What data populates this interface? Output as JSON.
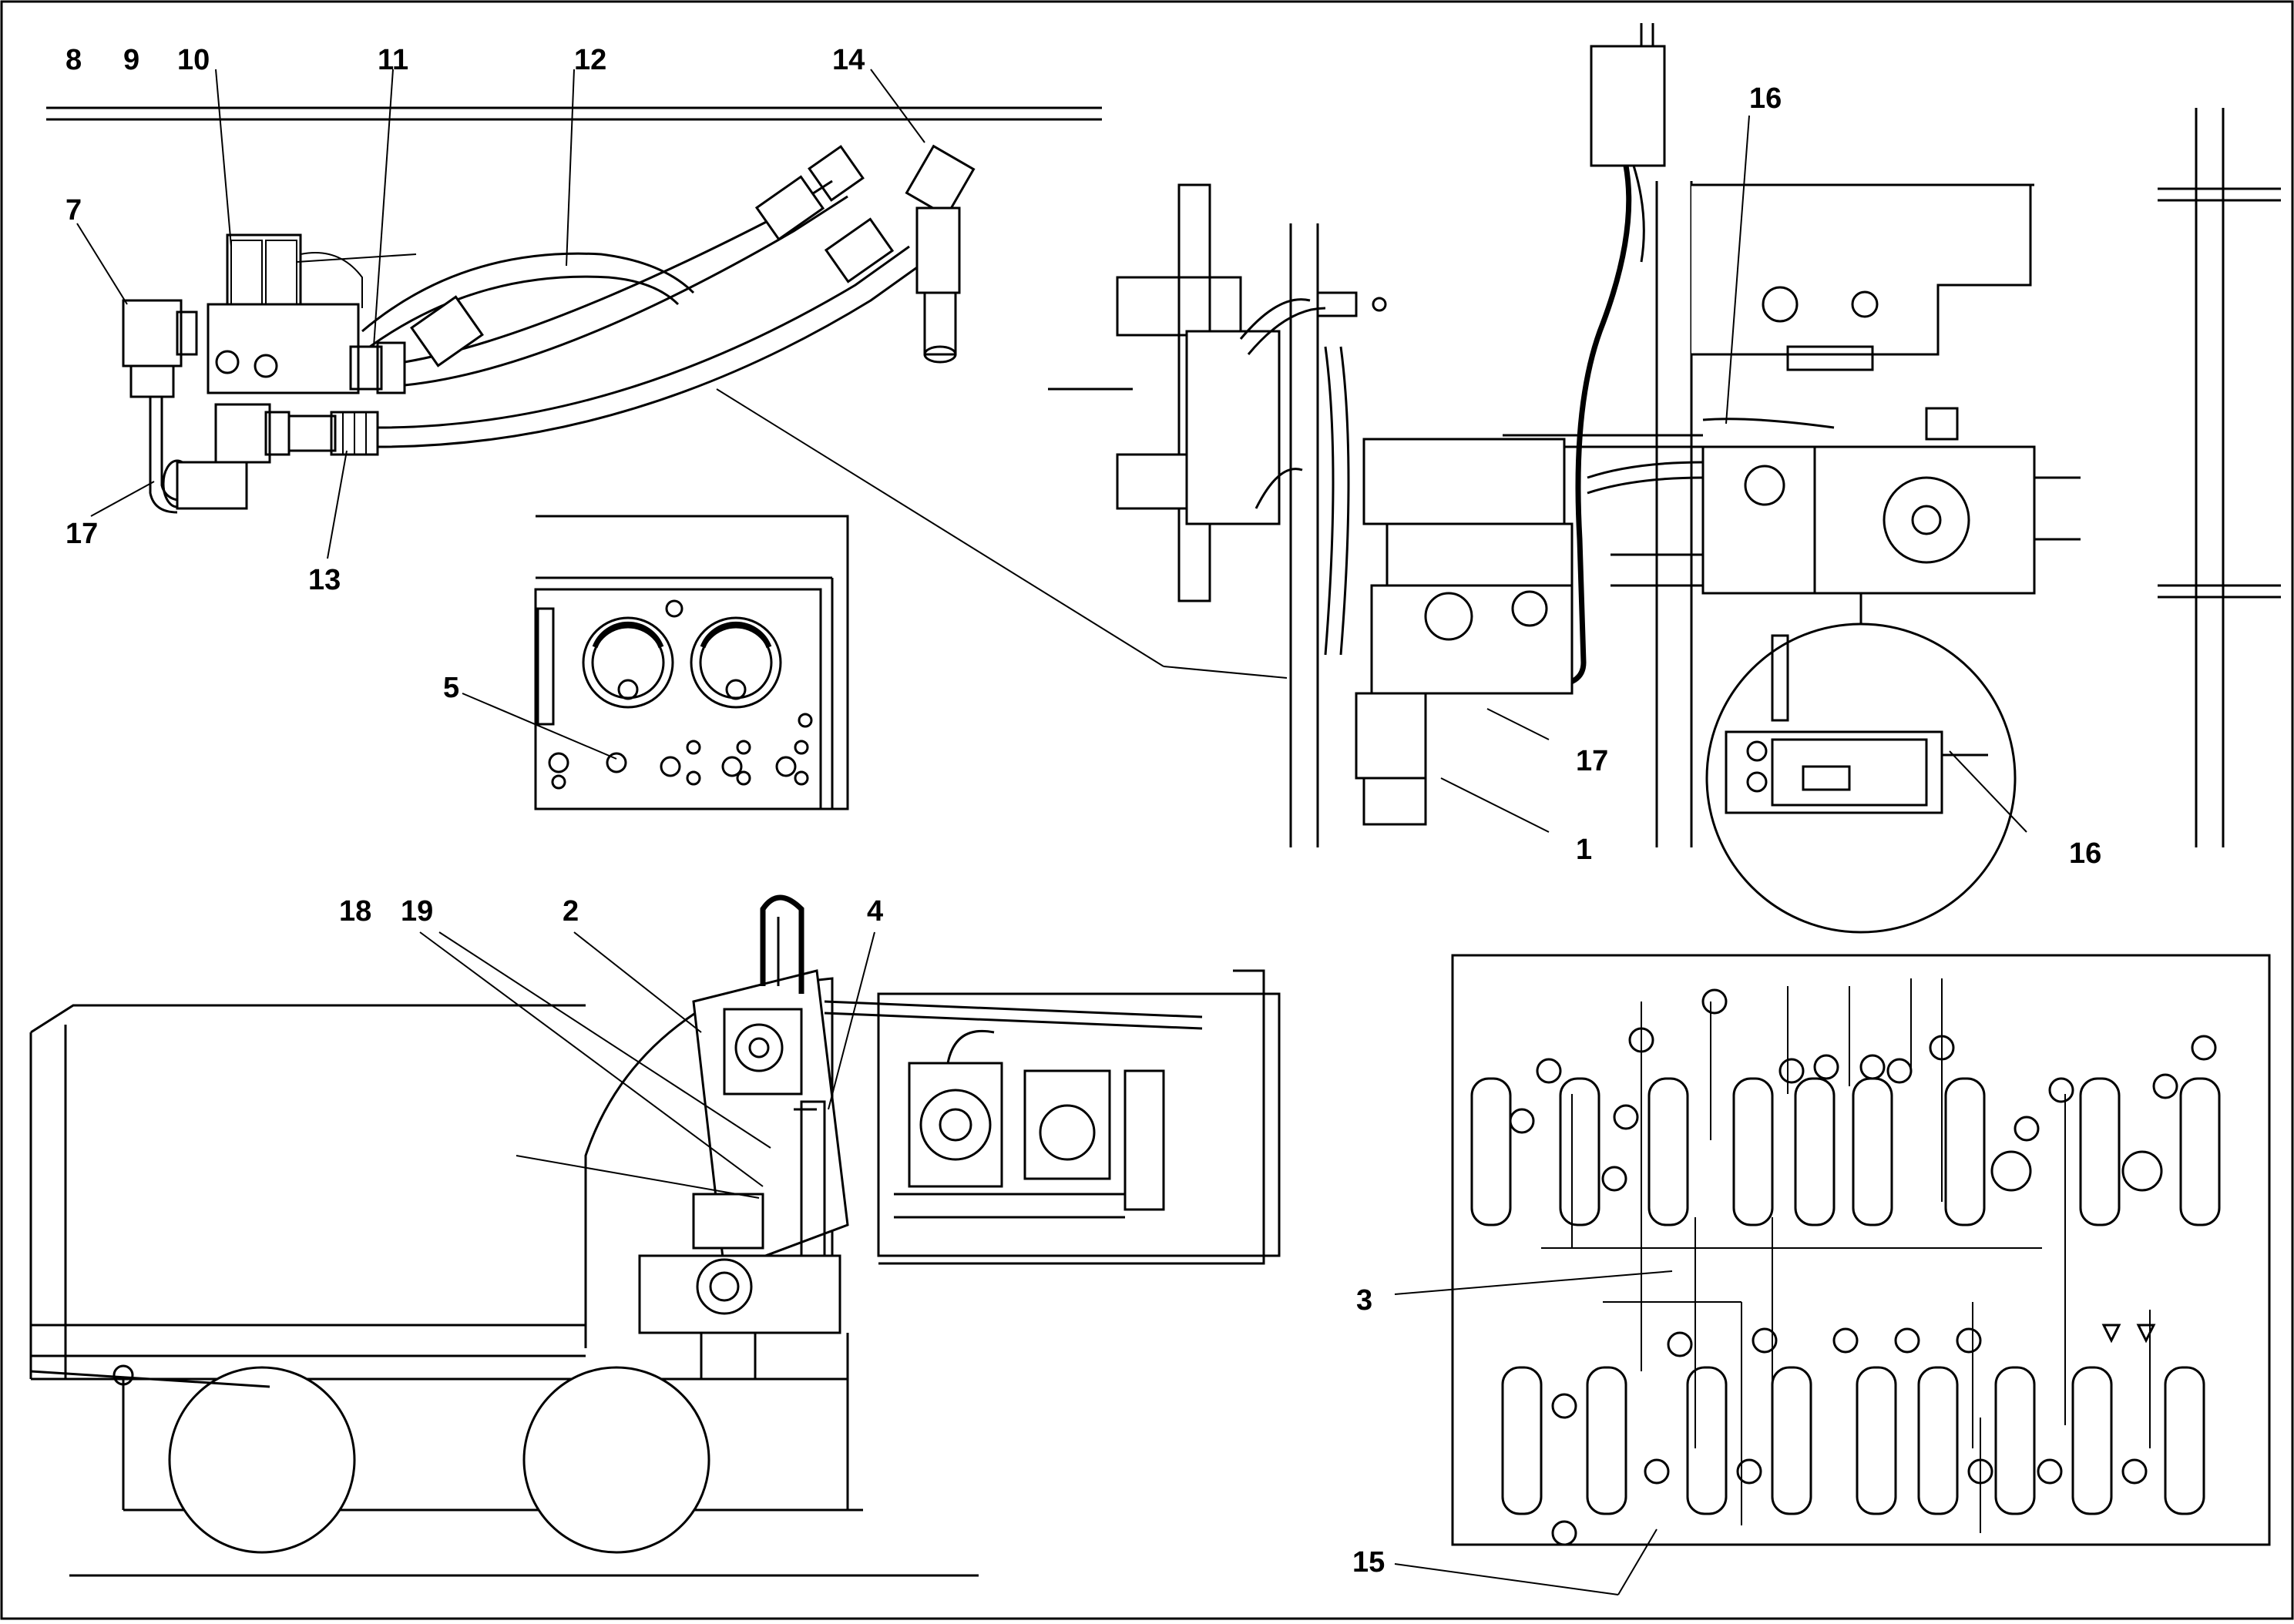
{
  "callouts": [
    {
      "id": "c8",
      "label": "8"
    },
    {
      "id": "c9",
      "label": "9"
    },
    {
      "id": "c10",
      "label": "10"
    },
    {
      "id": "c11",
      "label": "11"
    },
    {
      "id": "c12",
      "label": "12"
    },
    {
      "id": "c14",
      "label": "14"
    },
    {
      "id": "c7",
      "label": "7"
    },
    {
      "id": "c17a",
      "label": "17"
    },
    {
      "id": "c13",
      "label": "13"
    },
    {
      "id": "c5",
      "label": "5"
    },
    {
      "id": "c16a",
      "label": "16"
    },
    {
      "id": "c17b",
      "label": "17"
    },
    {
      "id": "c1",
      "label": "1"
    },
    {
      "id": "c16b",
      "label": "16"
    },
    {
      "id": "c18",
      "label": "18"
    },
    {
      "id": "c19",
      "label": "19"
    },
    {
      "id": "c2",
      "label": "2"
    },
    {
      "id": "c4",
      "label": "4"
    },
    {
      "id": "c3",
      "label": "3"
    },
    {
      "id": "c15",
      "label": "15"
    }
  ]
}
